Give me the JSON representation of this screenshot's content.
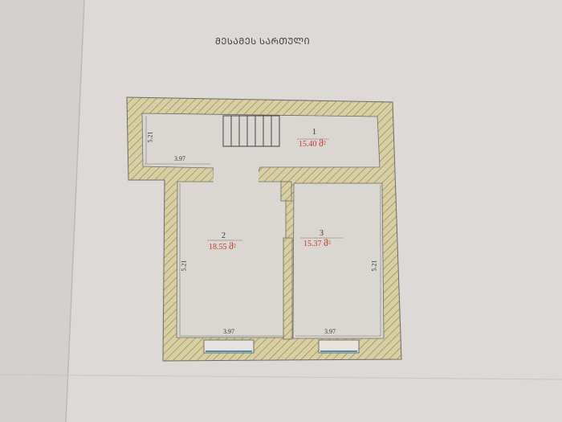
{
  "plan": {
    "title": "ᲛᲔᲡᲐᲛᲔᲡ ᲡᲐᲠᲗᲣᲚᲘ",
    "rooms": [
      {
        "number": "1",
        "area": "15.40 მ²",
        "width": "3.97",
        "height": "5.21"
      },
      {
        "number": "2",
        "area": "18.55 მ²",
        "width": "3.97",
        "height": "5.21"
      },
      {
        "number": "3",
        "area": "15.37 მ²",
        "width": "3.97",
        "height": "5.21"
      }
    ]
  },
  "colors": {
    "wall_fill": "#d8d0a4",
    "wall_hatch": "#a89d6a",
    "wall_line": "#6d6b66",
    "area_text": "#c0392b",
    "window": "#4a8fb0"
  }
}
